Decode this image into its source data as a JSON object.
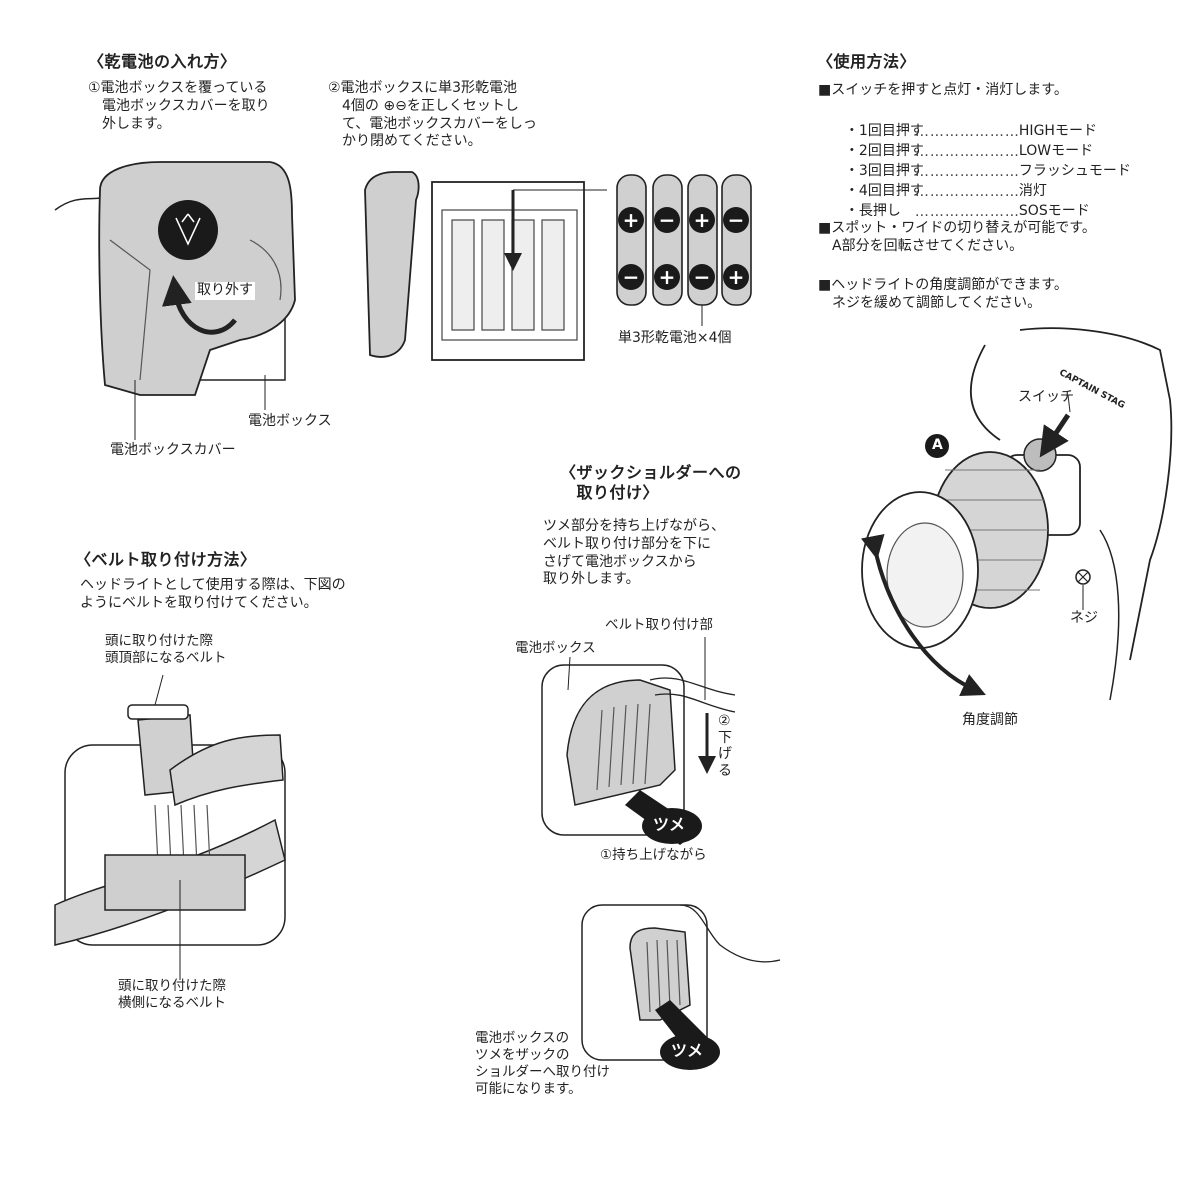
{
  "battery_install": {
    "heading": "〈乾電池の入れ方〉",
    "step1": "①電池ボックスを覆っている\n　電池ボックスカバーを取り\n　外します。",
    "step2": "②電池ボックスに単3形乾電池\n　4個の ⊕⊖を正しくセットし\n　て、電池ボックスカバーをしっ\n　かり閉めてください。",
    "label_remove": "取り外す",
    "label_box": "電池ボックス",
    "label_cover": "電池ボックスカバー",
    "label_batteries": "単3形乾電池×4個"
  },
  "usage": {
    "heading": "〈使用方法〉",
    "intro": "■スイッチを押すと点灯・消灯します。",
    "modes": [
      {
        "press": "・1回目押す",
        "mode": "HIGHモード"
      },
      {
        "press": "・2回目押す",
        "mode": "LOWモード"
      },
      {
        "press": "・3回目押す",
        "mode": "フラッシュモード"
      },
      {
        "press": "・4回目押す",
        "mode": "消灯"
      },
      {
        "press": "・長押し",
        "mode": "SOSモード"
      }
    ],
    "dots": "……………………",
    "spot_wide": "■スポット・ワイドの切り替えが可能です。\n　A部分を回転させてください。",
    "angle_adjust": "■ヘッドライトの角度調節ができます。\n　ネジを緩めて調節してください。",
    "label_switch": "スイッチ",
    "label_a": "A",
    "label_screw": "ネジ",
    "label_angle": "角度調節",
    "brand": "CAPTAIN STAG"
  },
  "belt": {
    "heading": "〈ベルト取り付け方法〉",
    "desc": "ヘッドライトとして使用する際は、下図の\nようにベルトを取り付けてください。",
    "label_top": "頭に取り付けた際\n頭頂部になるベルト",
    "label_side": "頭に取り付けた際\n横側になるベルト"
  },
  "shoulder": {
    "heading": "〈ザックショルダーへの\n　取り付け〉",
    "desc": "ツメ部分を持ち上げながら、\nベルト取り付け部分を下に\nさげて電池ボックスから\n取り外します。",
    "label_belt_part": "ベルト取り付け部",
    "label_box": "電池ボックス",
    "label_down": "②\n下\nげ\nる",
    "label_tsume": "ツメ",
    "label_lift": "①持ち上げながら",
    "label_tsume2": "ツメ",
    "label_result": "電池ボックスの\nツメをザックの\nショルダーへ取り付け\n可能になります。"
  }
}
